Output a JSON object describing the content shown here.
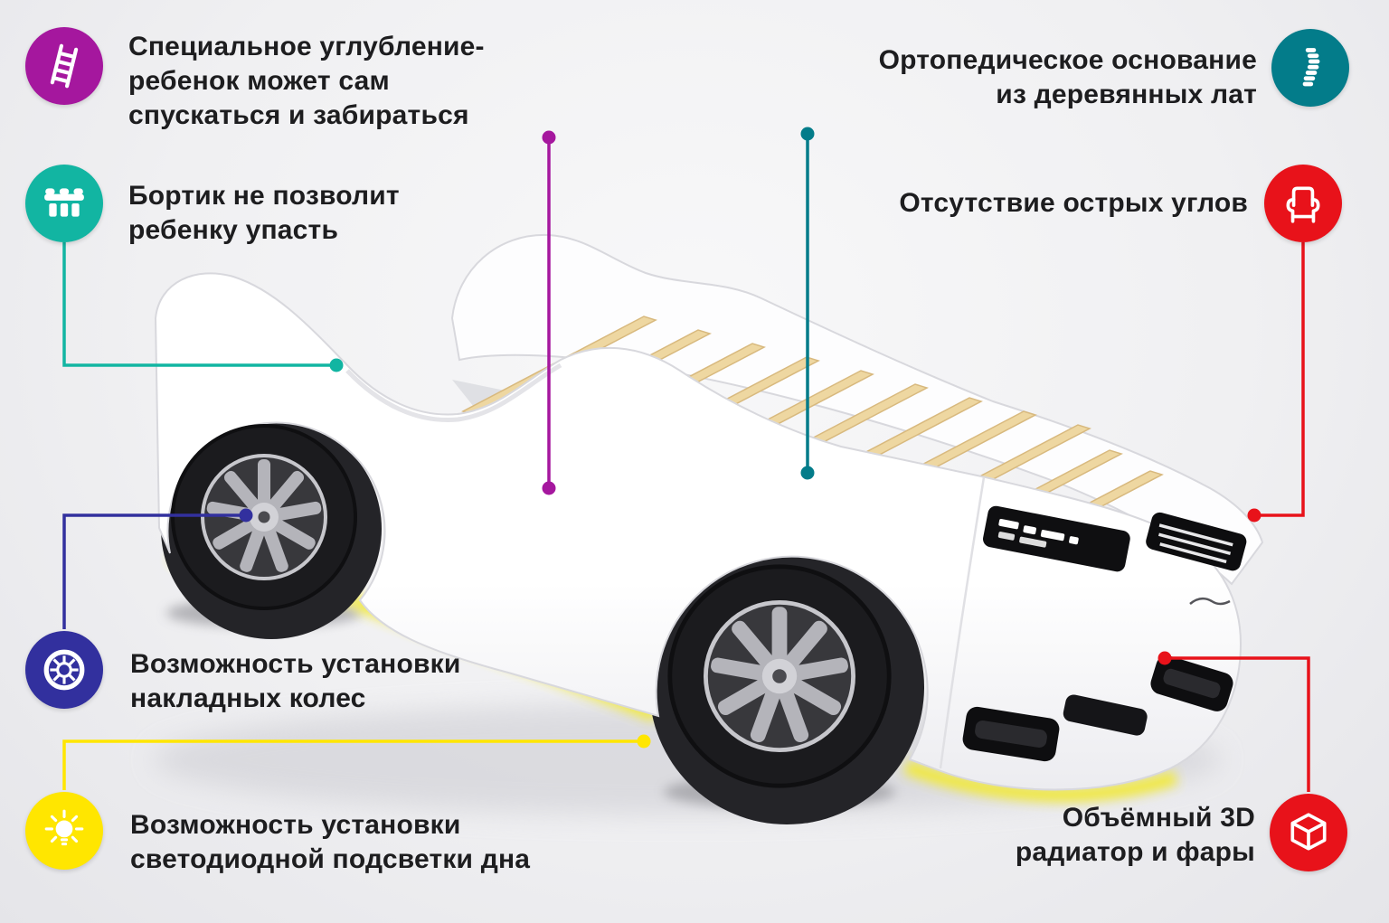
{
  "scene": {
    "name": "car-bed-infographic"
  },
  "colors": {
    "background": "#f0f0f2",
    "text": "#1d1d1f",
    "purple": "#a5179e",
    "teal": "#12b5a2",
    "indigo": "#32309e",
    "yellow": "#ffe600",
    "dark_teal": "#037c8a",
    "red": "#e8121a",
    "car_body": "#ffffff",
    "slats": "#eed7a1",
    "underglow": "#f3ea39"
  },
  "features": {
    "recess": {
      "icon": "ladder-icon",
      "color": "#a5179e",
      "label": "Специальное углубление-\nребенок может сам\nспускаться и забираться"
    },
    "side_rail": {
      "icon": "bed-rail-icon",
      "color": "#12b5a2",
      "label": "Бортик не позволит\nребенку упасть"
    },
    "overlay_wheels": {
      "icon": "wheel-icon",
      "color": "#32309e",
      "label": "Возможность установки\nнакладных колес"
    },
    "led_light": {
      "icon": "lightbulb-icon",
      "color": "#ffe600",
      "label": "Возможность установки\nсветодиодной подсветки дна"
    },
    "orthopedic_base": {
      "icon": "spine-icon",
      "color": "#037c8a",
      "label": "Ортопедическое основание\nиз деревянных лат"
    },
    "no_sharp_corners": {
      "icon": "armchair-icon",
      "color": "#e8121a",
      "label": "Отсутствие острых углов"
    },
    "radiator_3d": {
      "icon": "cube-3d-icon",
      "color": "#e8121a",
      "label": "Объёмный 3D\nрадиатор и фары"
    }
  }
}
